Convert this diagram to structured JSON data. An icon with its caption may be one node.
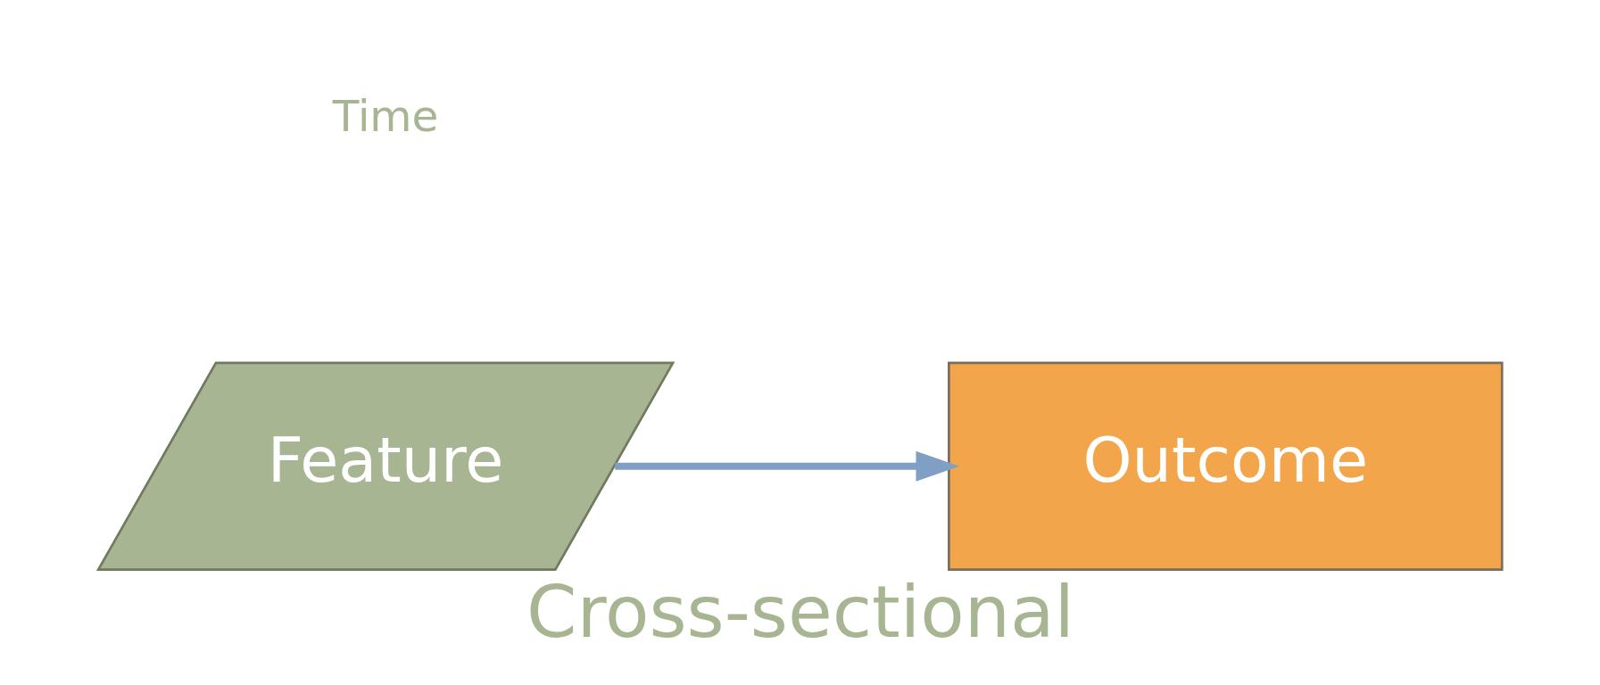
{
  "diagram": {
    "caption": "Cross-sectional",
    "nodes": [
      {
        "text": [
          "Feature"
        ]
      },
      {
        "text": [
          "Outcome"
        ]
      }
    ],
    "edges": [
      {
        "from": 0,
        "to": 1,
        "arrow": "to"
      }
    ],
    "labels": [
      "Time"
    ]
  }
}
